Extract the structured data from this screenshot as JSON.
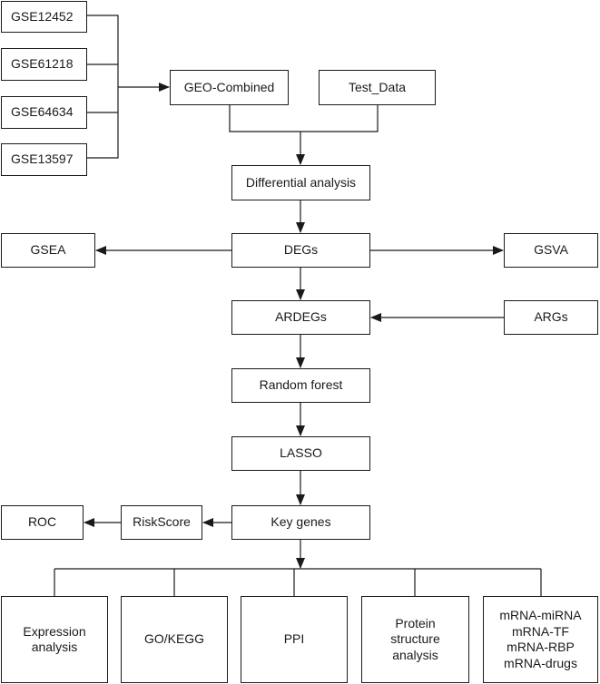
{
  "datasets": [
    "GSE12452",
    "GSE61218",
    "GSE64634",
    "GSE13597"
  ],
  "geo_combined": "GEO-Combined",
  "test_data": "Test_Data",
  "differential_analysis": "Differential analysis",
  "gsea": "GSEA",
  "degs": "DEGs",
  "gsva": "GSVA",
  "ardegs": "ARDEGs",
  "args": "ARGs",
  "random_forest": "Random forest",
  "lasso": "LASSO",
  "roc": "ROC",
  "riskscore": "RiskScore",
  "key_genes": "Key genes",
  "outputs": {
    "expression": [
      "Expression",
      "analysis"
    ],
    "gokegg": [
      "GO/KEGG"
    ],
    "ppi": [
      "PPI"
    ],
    "protein": [
      "Protein",
      "structure",
      "analysis"
    ],
    "regulation": [
      "mRNA-miRNA",
      "mRNA-TF",
      "mRNA-RBP",
      "mRNA-drugs"
    ]
  },
  "stroke_color": "#1a1a1a"
}
